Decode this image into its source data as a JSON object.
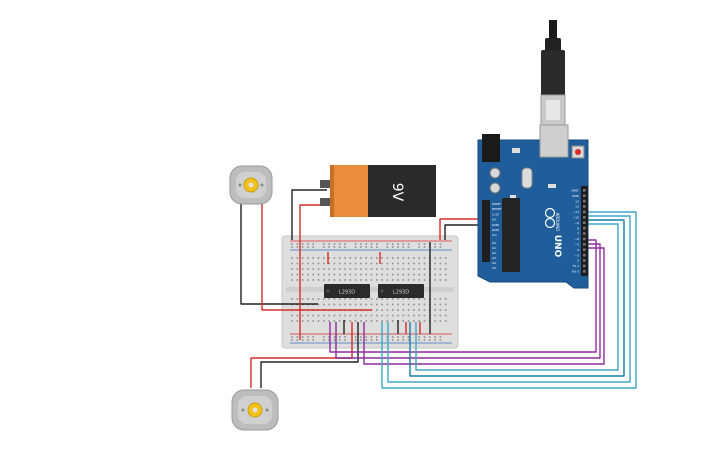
{
  "battery": {
    "voltage_label": "9V"
  },
  "ics": [
    {
      "label": "L293D"
    },
    {
      "label": "L293D"
    }
  ],
  "arduino": {
    "model_label": "UNO",
    "brand_label": "ARDUINO",
    "pin_labels_digital": [
      "AREF",
      "GND",
      "13",
      "12",
      "~11",
      "~10",
      "~9",
      "8",
      "7",
      "~6",
      "~5",
      "4",
      "~3",
      "2",
      "TX 1",
      "RX 0"
    ],
    "pin_labels_power": [
      "IOREF",
      "RESET",
      "3.3V",
      "5V",
      "GND",
      "GND",
      "Vin"
    ],
    "pin_labels_analog": [
      "A0",
      "A1",
      "A2",
      "A3",
      "A4",
      "A5"
    ]
  },
  "colors": {
    "arduino_board": "#1f5d9b",
    "breadboard": "#dcdcdc",
    "wire_red": "#d92b2b",
    "wire_black": "#222222",
    "wire_purple": "#8b2d9a",
    "wire_cyan": "#3aa9c9",
    "battery_orange": "#e98c3b",
    "battery_black": "#2a2a2a",
    "motor_grey": "#b9b9b9",
    "motor_gear": "#f2c21b"
  }
}
